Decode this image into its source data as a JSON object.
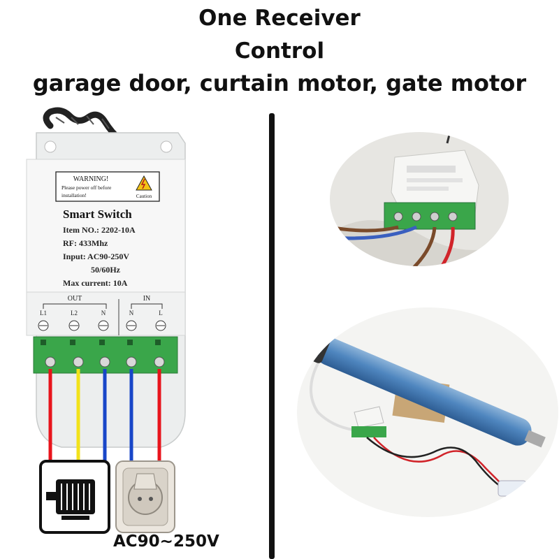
{
  "headline": {
    "line1": "One Receiver",
    "line2": "Control",
    "line3": "garage door, curtain motor, gate motor"
  },
  "device": {
    "warning_title": "WARNING!",
    "warning_line1": "Please power off before",
    "warning_line2": "installation!",
    "caution": "Caution",
    "product_name": "Smart Switch",
    "item_no": "Item NO.: 2202-10A",
    "rf": "RF: 433Mhz",
    "input": "Input: AC90-250V",
    "freq": "50/60Hz",
    "max_current": "Max current: 10A",
    "out_label": "OUT",
    "in_label": "IN",
    "terminals": [
      "L1",
      "L2",
      "N",
      "N",
      "L"
    ]
  },
  "wire_colors": {
    "red": "#e8141c",
    "yellow": "#f2e21a",
    "blue": "#1846c8",
    "terminal_green": "#3aa64a"
  },
  "voltage_label": "AC90~250V",
  "icons": {
    "motor": "motor-icon",
    "socket": "power-socket-icon"
  }
}
